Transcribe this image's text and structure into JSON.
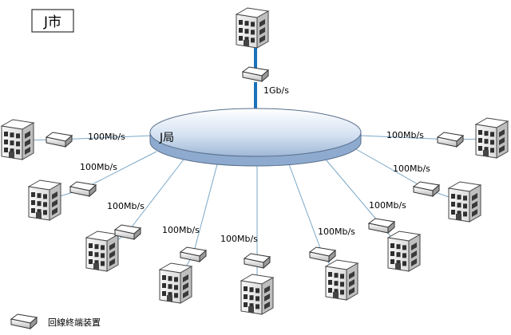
{
  "city_label": "J市",
  "hub_label": "J局",
  "uplink_speed": "1Gb/s",
  "link_speed_labels": [
    "100Mb/s",
    "100Mb/s",
    "100Mb/s",
    "100Mb/s",
    "100Mb/s",
    "100Mb/s",
    "100Mb/s",
    "100Mb/s",
    "100Mb/s"
  ],
  "legend_label": "回線終端装置",
  "colors": {
    "hub_fill_light": "#e6eef8",
    "hub_fill_dark": "#a9bfd9",
    "uplink": "#1a72b9",
    "link": "#7aa7c7",
    "building_light": "#f2f2f2",
    "building_shade": "#c8c8c8",
    "window": "#2f2f2f"
  }
}
